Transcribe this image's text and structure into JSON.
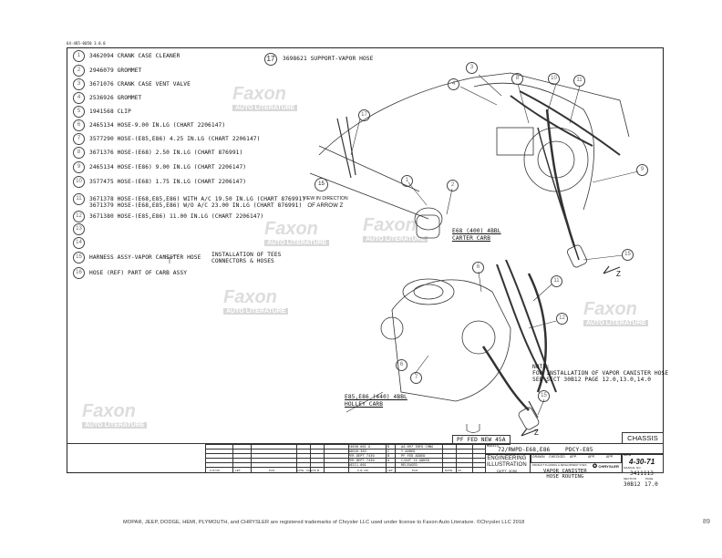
{
  "doc_code": "64-485-0050 3.0.0",
  "parts": [
    {
      "n": "1",
      "text": "3462094 CRANK CASE CLEANER"
    },
    {
      "n": "2",
      "text": "2946079 GROMMET"
    },
    {
      "n": "3",
      "text": "3671076 CRANK CASE VENT VALVE"
    },
    {
      "n": "4",
      "text": "2536926 GROMMET"
    },
    {
      "n": "5",
      "text": "1941568 CLIP"
    },
    {
      "n": "6",
      "text": "2465134 HOSE-9.00 IN.LG (CHART 2206147)"
    },
    {
      "n": "7",
      "text": "3577290 HOSE-(E85,E86)      4.25 IN.LG (CHART 2206147)"
    },
    {
      "n": "8",
      "text": "3671376 HOSE-(E68) 2.50 IN.LG (CHART 876991)"
    },
    {
      "n": "9",
      "text": "2465134 HOSE-(E86) 9.00 IN.LG (CHART 2206147)"
    },
    {
      "n": "10",
      "text": "3577475 HOSE-(E68) 1.75 IN.LG (CHART 2206147)"
    },
    {
      "n": "11",
      "text": "3671378 HOSE-(E68,E85,E86) WITH A/C 19.50 IN.LG (CHART 876991)",
      "text2": "3671379 HOSE-(E68,E85,E86) W/O A/C 23.00 IN.LG (CHART 876991)"
    },
    {
      "n": "12",
      "text": "3671380 HOSE-(E85,E86) 11.00 IN.LG (CHART 2206147)"
    },
    {
      "n": "13",
      "text": ""
    },
    {
      "n": "14",
      "text": ""
    },
    {
      "n": "15",
      "text": "HARNESS ASSY-VAPOR CANISTER HOSE"
    },
    {
      "n": "16",
      "text": "HOSE (REF) PART OF CARB ASSY"
    }
  ],
  "part15_note": [
    "INSTALLATION OF TEES",
    "CONNECTORS & HOSES"
  ],
  "part17": {
    "n": "17",
    "text": "3698621 SUPPORT-VAPOR HOSE"
  },
  "diagram": {
    "view_label": [
      "VIEW IN DIRECTION",
      "OF ARROW Z"
    ],
    "carter": [
      "E68 (400) 4BBL",
      "CARTER CARB"
    ],
    "holley": [
      "E85,E86 (440) 4BBL",
      "HOLLEY CARB"
    ],
    "note": [
      "NOTE:",
      "FOR INSTALLATION OF VAPOR CANISTER HOSE",
      "SEE SECT 30B12 PAGE 12.0,13.0,14.0"
    ],
    "pf_fed": "PF FED NEW 45A",
    "callouts": [
      "3",
      "4",
      "8",
      "10",
      "11",
      "9",
      "17",
      "15",
      "1",
      "2",
      "15",
      "6",
      "11",
      "12",
      "7",
      "6",
      "15",
      "5",
      "Z",
      "Z"
    ]
  },
  "title_block": {
    "chassis": "CHASSIS",
    "models_label": "MODELS",
    "models": "72/RWPD-E68,E86",
    "models2": "PDCY-E85",
    "drawn": "DRAWN",
    "checked": "CHECKED",
    "app": "APP.",
    "date_label": "DATE",
    "date": "4-30-71",
    "eng": [
      "ENGINEERING",
      "ILLUSTRATION"
    ],
    "dept": "DEPT. 3050",
    "product_planning": "PRODUCT PLANNING & DEVELOPMENT STAFF",
    "chrysler": "CHRYSLER",
    "title": [
      "VAPOR CANISTER",
      "HOSE ROUTING"
    ],
    "manual_label": "MANUAL NO.",
    "manual": "3411113",
    "section_label": "SECTION",
    "section": "30B12",
    "page_label": "PAGE",
    "page": "17.0",
    "rev": [
      {
        "cr": "24650-001-A",
        "ltr": "D",
        "mm": "AA-097 INFO CHNG"
      },
      {
        "cr": "10026-363",
        "ltr": "C",
        "mm": "Y ADDED"
      },
      {
        "cr": "PER DEPT 7430",
        "ltr": "B",
        "mm": "PF FED ADDED"
      },
      {
        "cr": "PER DEPT 7430",
        "ltr": "A",
        "mm": "C/OUT 15 ADDED"
      },
      {
        "cr": "10211-001",
        "ltr": "",
        "mm": "RELEASED"
      }
    ],
    "cols": [
      "C.R.NO.",
      "LET.",
      "M.M.",
      "DATE",
      "CHECK",
      "B",
      "C.R. NO.",
      "LET.",
      "M.M.",
      "DATE",
      "CK"
    ]
  },
  "watermark": {
    "brand": "Faxon",
    "sub": "AUTO LITERATURE"
  },
  "footer": "MOPAR, JEEP, DODGE, HEMI, PLYMOUTH, and CHRYSLER are registered trademarks of Chrysler LLC used under license to Faxon Auto Literature. ©Chrysler LLC 2018",
  "page_number": "89"
}
